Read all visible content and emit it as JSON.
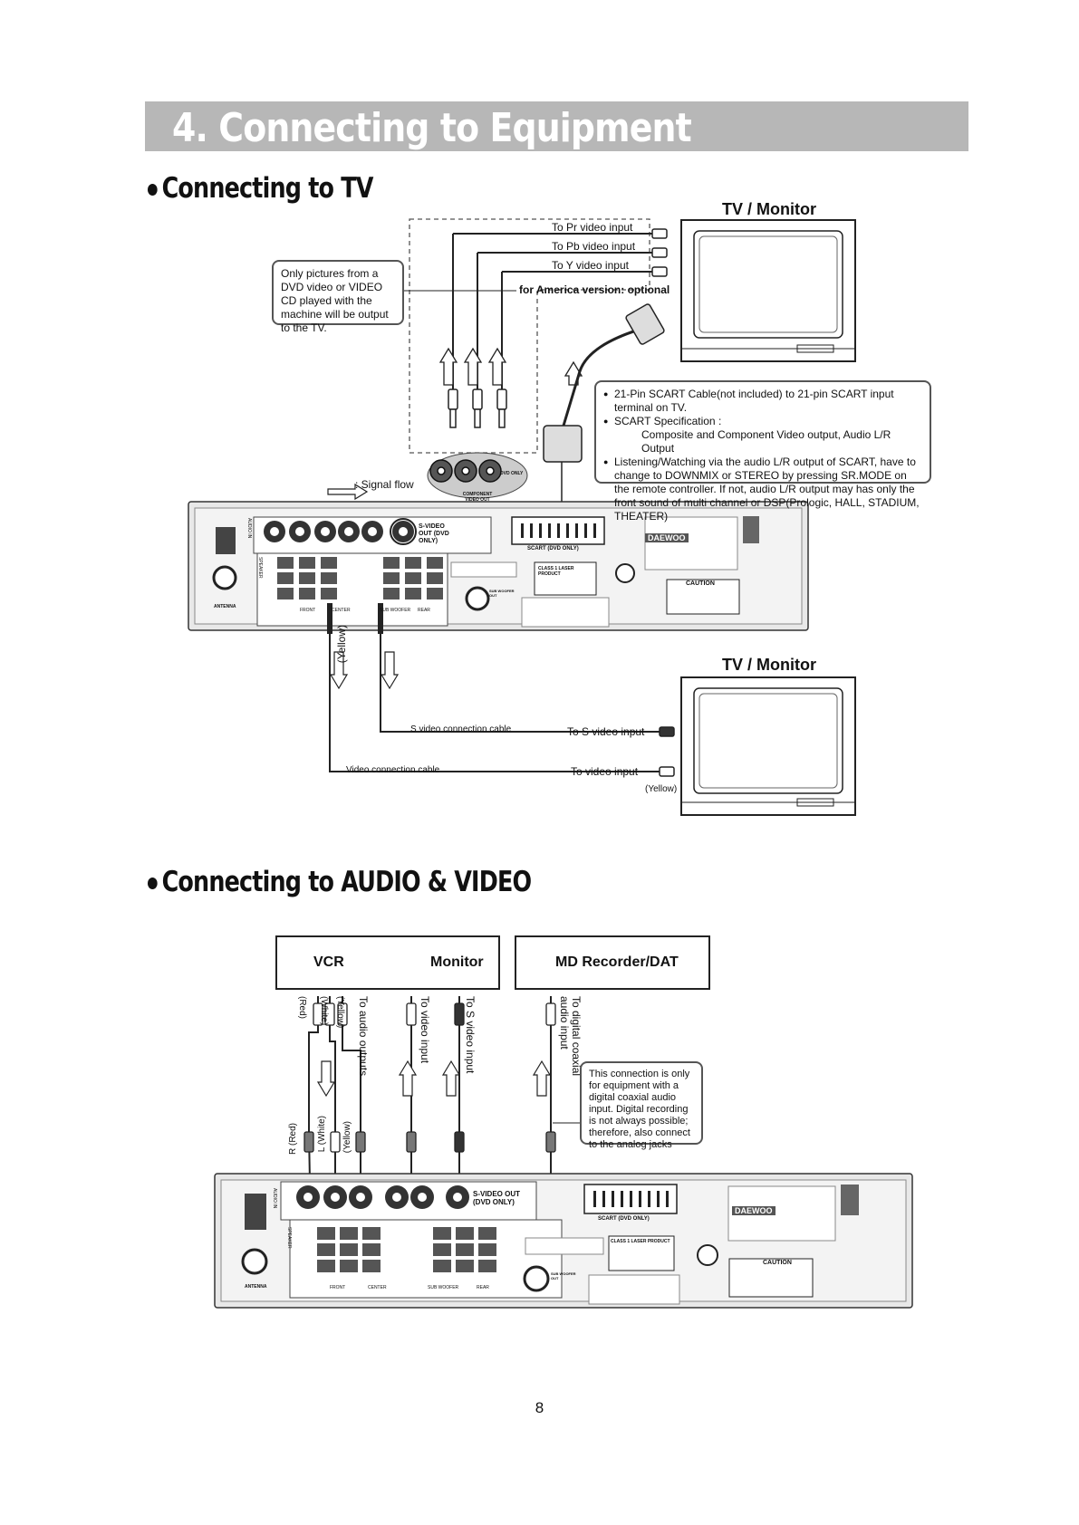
{
  "header": {
    "title": "4. Connecting to Equipment"
  },
  "section_tv": {
    "heading": "Connecting to TV",
    "tv_label_top": "TV / Monitor",
    "tv_label_bottom": "TV / Monitor",
    "to_pr": "To Pr video input",
    "to_pb": "To Pb video input",
    "to_y": "To Y video input",
    "america": "for America version: optional",
    "note_dvd": "Only pictures from a DVD video or VIDEO CD played with the machine will be output to the TV.",
    "signal_flow": ": Signal flow",
    "scart_notes": {
      "b1": "21-Pin SCART Cable(not included) to 21-pin SCART input terminal on TV.",
      "b2": "SCART Specification :",
      "b2_sub": "Composite and Component Video output,  Audio L/R Output",
      "b3": "Listening/Watching via the audio L/R output of SCART, have to change to DOWNMIX or STEREO by pressing SR.MODE on the remote controller. If not, audio L/R output  may has only the front sound of multi channel or DSP(Prologic, HALL, STADIUM, THEATER)"
    },
    "yellow": "(Yellow)",
    "s_video_cable": "S video connection cable",
    "to_s_video": "To S video input",
    "video_cable": "Video connection cable",
    "to_video": "To video input",
    "yellow_bottom": "(Yellow)"
  },
  "section_av": {
    "heading": "Connecting to AUDIO & VIDEO",
    "vcr": "VCR",
    "monitor": "Monitor",
    "md": "MD Recorder/DAT",
    "red_top": "(Red)",
    "white_top": "(White)",
    "yellow_top": "(Yellow)",
    "to_audio_outputs": "To audio outputs",
    "to_video_input": "To video input",
    "to_s_video_input": "To S video input",
    "to_digital": "To digital coaxial audio input",
    "r_red": "R (Red)",
    "l_white": "L (White)",
    "yellow_bottom": "(Yellow)",
    "note_digital": "This connection is only for equipment with a digital coaxial audio input. Digital recording is not always possible; therefore, also connect to the analog jacks"
  },
  "device": {
    "brand": "DAEWOO",
    "s_video_out": "S-VIDEO OUT (DVD ONLY)",
    "scart_dvd": "SCART (DVD ONLY)",
    "component_out": "COMPONENT VIDEO OUT",
    "dvd_only": "DVD ONLY",
    "antenna": "ANTENNA",
    "speaker": "SPEAKER",
    "audio_in": "AUDIO IN",
    "front": "FRONT",
    "center": "CENTER",
    "sub_woofer": "SUB WOOFER",
    "rear": "REAR",
    "subwoofer_out": "SUB WOOFER OUT",
    "caution": "CAUTION",
    "laser": "CLASS 1 LASER PRODUCT"
  },
  "footer": {
    "page_number": "8"
  }
}
